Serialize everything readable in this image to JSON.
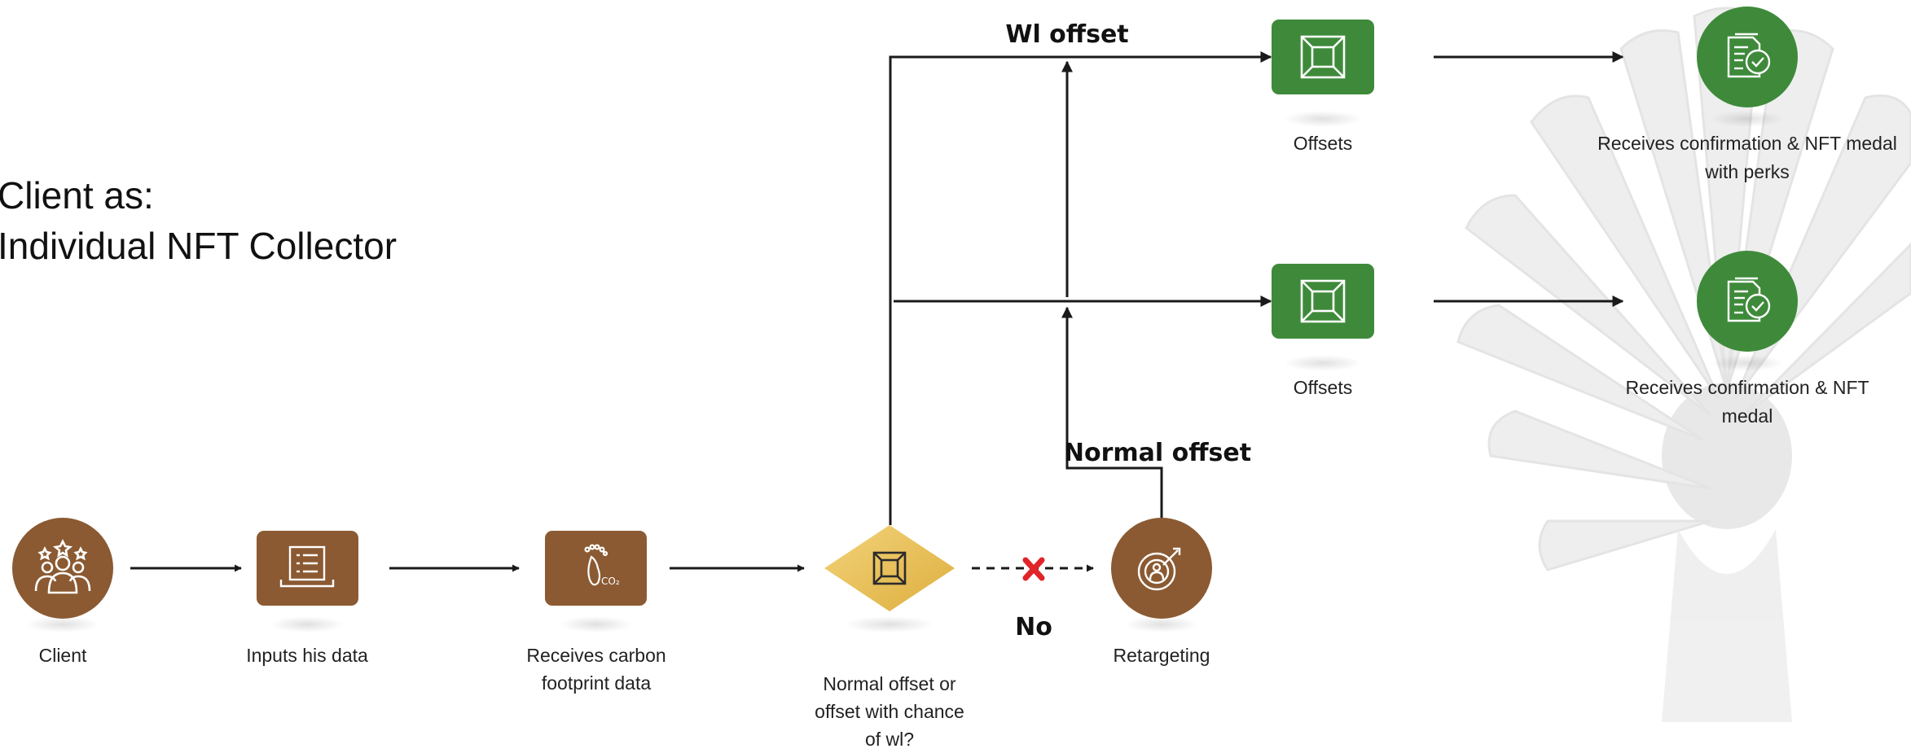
{
  "heading": {
    "line1": "Client as:",
    "line2": "Individual NFT Collector"
  },
  "colors": {
    "brown": "#8B5A32",
    "green": "#3E8A3A",
    "gold": "#E9BF55",
    "line": "#1a1a1a",
    "cross": "#E0242A",
    "watermark": "#ececec"
  },
  "nodes": {
    "client": {
      "label": "Client",
      "icon": "users-stars-icon"
    },
    "inputs": {
      "label": "Inputs his data",
      "icon": "laptop-form-icon"
    },
    "footprint": {
      "label_1": "Receives carbon",
      "label_2": "footprint data",
      "icon": "footprint-co2-icon"
    },
    "decision": {
      "label_1": "Normal offset or",
      "label_2": "offset with chance",
      "label_3": "of wl?",
      "icon": "square-frame-icon"
    },
    "retargeting": {
      "label": "Retargeting",
      "icon": "target-user-icon"
    },
    "offsets_top": {
      "label": "Offsets",
      "icon": "square-frame-icon"
    },
    "offsets_bottom": {
      "label": "Offsets",
      "icon": "square-frame-icon"
    },
    "confirm_top": {
      "label_1": "Receives confirmation & NFT medal",
      "label_2": "with perks",
      "icon": "certificate-check-icon"
    },
    "confirm_bottom": {
      "label_1": "Receives confirmation & NFT",
      "label_2": "medal",
      "icon": "certificate-check-icon"
    }
  },
  "edges": {
    "wl_offset": "Wl offset",
    "normal_offset": "Normal offset",
    "no": "No"
  }
}
